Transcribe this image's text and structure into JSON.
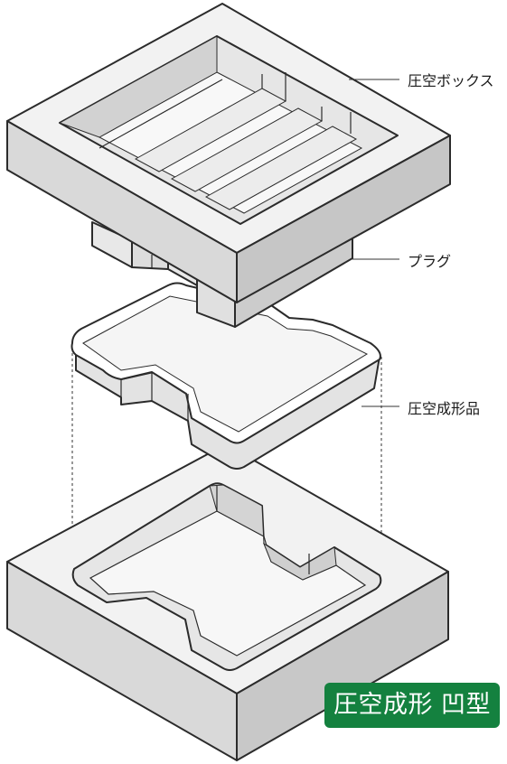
{
  "labels": {
    "box": "圧空ボックス",
    "plug": "プラグ",
    "molded_part": "圧空成形品"
  },
  "badge": {
    "text": "圧空成形 凹型"
  },
  "colors": {
    "badge_bg": "#14813f",
    "outline": "#2b2b2b",
    "face_light": "#f2f2f2",
    "face_mid": "#d9d9d9",
    "face_dark": "#c4c4c4"
  }
}
